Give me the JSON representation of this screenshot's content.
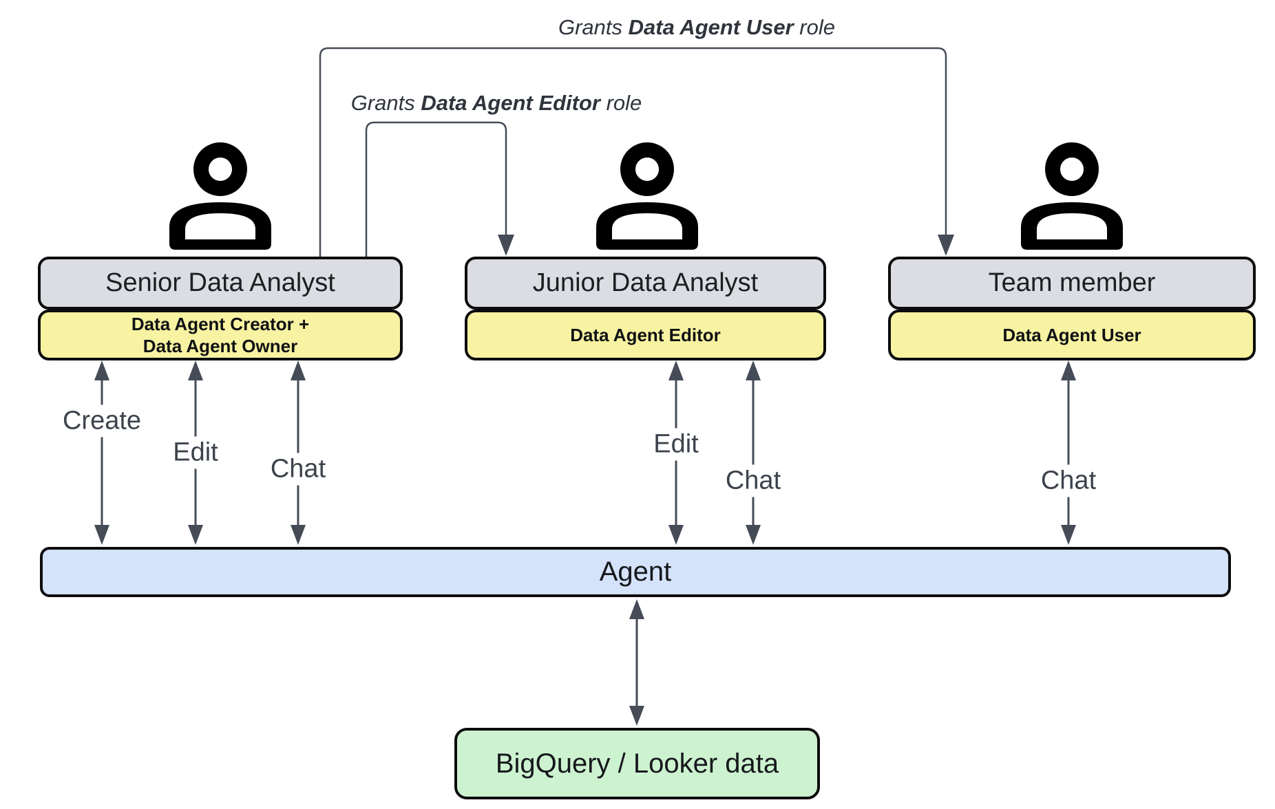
{
  "diagram": {
    "grants": [
      {
        "prefix": "Grants ",
        "bold": "Data Agent User",
        "suffix": " role"
      },
      {
        "prefix": "Grants ",
        "bold": "Data Agent Editor",
        "suffix": " role"
      }
    ],
    "actors": [
      {
        "title": "Senior Data Analyst",
        "role_line1": "Data Agent Creator +",
        "role_line2": "Data Agent Owner"
      },
      {
        "title": "Junior Data Analyst",
        "role_line1": "Data Agent Editor"
      },
      {
        "title": "Team member",
        "role_line1": "Data Agent User"
      }
    ],
    "actions": {
      "create": "Create",
      "edit": "Edit",
      "chat": "Chat"
    },
    "agent_label": "Agent",
    "datastore_label": "BigQuery / Looker data",
    "colors": {
      "actor_title_fill": "#dbdde2",
      "actor_role_fill": "#f8f3a2",
      "agent_fill": "#d4e2fa",
      "datastore_fill": "#cdf2d0",
      "line": "#454c58",
      "border": "#0c0c0c"
    }
  }
}
